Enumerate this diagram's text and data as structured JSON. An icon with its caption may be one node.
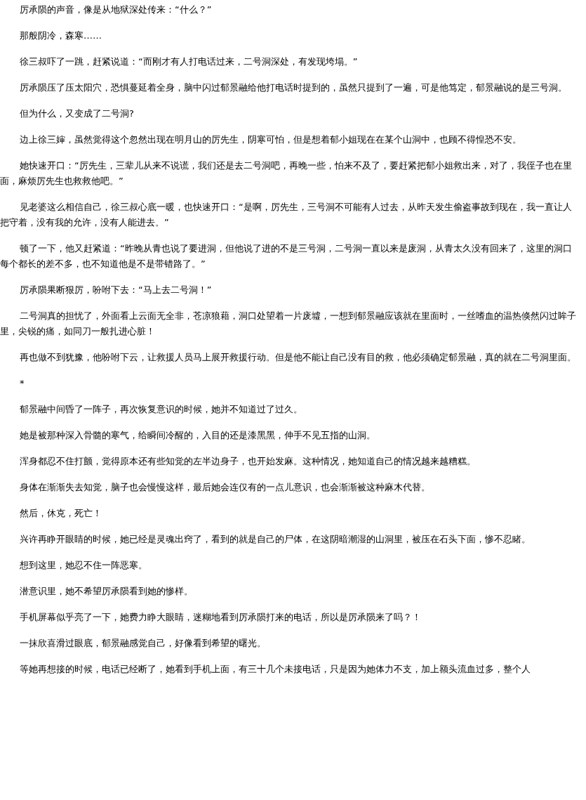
{
  "diagram": {
    "labels": [
      "厉承陨的声音，像是从地狱深处传来：“什么？”",
      "那般阴冷，森寒……",
      "徐三叔吓了一跳，赶紧说道：“而刚才有人打电话过来，二号洞深处，有发现垮塌。”",
      "厉承陨压了压太阳穴，恐惧蔓延着全身，脑中闪过郁景融给他打电话时提到的，虽然只提到了一遍，可是他笃定，郁景融说的是三号洞。",
      "但为什么，又变成了二号洞?",
      "边上徐三婶，虽然觉得这个忽然出现在明月山的厉先生，阴寒可怕，但是想着郁小姐现在在某个山洞中，也顾不得惶恐不安。",
      "她快速开口：“厉先生，三辈儿从来不说谎，我们还是去二号洞吧，再晚一些，怕来不及了，要赶紧把郁小姐救出来，对了，我侄子也在里面，麻烦厉先生也救救他吧。”",
      "见老婆这么相信自己，徐三叔心底一暖，也快速开口：“是啊，厉先生，三号洞不可能有人过去，从昨天发生偷盗事故到现在，我一直让人把守着，没有我的允许，没有人能进去。”",
      "顿了一下，他又赶紧道：“昨晚从青也说了要进洞，但他说了进的不是三号洞，二号洞一直以来是废洞，从青太久没有回来了，这里的洞口每个都长的差不多，也不知道他是不是带错路了。”",
      "厉承陨果断狠厉，吩咐下去：“马上去二号洞！”",
      "二号洞真的担忧了，外面看上云面无全非，苍凉狼藉，洞口处望着一片废墟，一想到郁景融应该就在里面时，一丝嗜血的温热倏然闪过眸子里，尖锐的痛，如同刀一般扎进心脏！",
      "再也做不到犹豫，他吩咐下云，让救援人员马上展开救援行动。但是他不能让自己没有目的救，他必须确定郁景融，真的就在二号洞里面。",
      "*",
      "郁景融中间昏了一阵子，再次恢复意识的时候，她并不知道过了过久。",
      "她是被那种深入骨髓的寒气，给瞬间冷醒的，入目的还是漆黑黑，伸手不见五指的山洞。",
      "浑身都忍不住打颤，觉得原本还有些知觉的左半边身子，也开始发麻。这种情况，她知道自己的情况越来越糟糕。",
      "身体在渐渐失去知觉，脑子也会慢慢这样，最后她会连仅有的一点儿意识，也会渐渐被这种麻木代替。",
      "然后，休克，死亡！",
      "兴许再睁开眼睛的时候，她已经是灵魂出窍了，看到的就是自己的尸体，在这阴暗潮湿的山洞里，被压在石头下面，惨不忍睹。",
      "想到这里，她忍不住一阵恶寒。",
      "潜意识里，她不希望厉承陨看到她的惨样。",
      "手机屏幕似乎亮了一下，她费力睁大眼睛，迷糊地看到厉承陨打来的电话，所以是厉承陨来了吗？！",
      "一抹欣喜滑过眼底，郁景融感觉自己，好像看到希望的曙光。",
      "等她再想接的时候，电话已经断了，她看到手机上面，有三十几个未接电话，只是因为她体力不支，加上额头流血过多，整个人"
    ]
  }
}
